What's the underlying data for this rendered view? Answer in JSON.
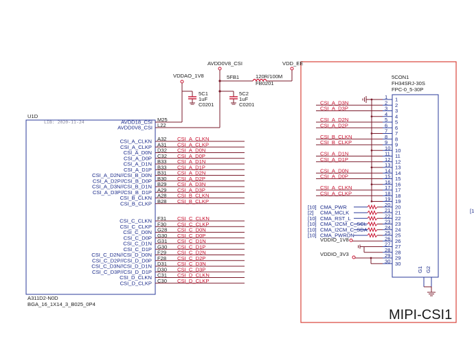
{
  "u1d": {
    "ref": "U1D",
    "lib": "LIB: 2020-11-24",
    "part": "A311D2-N0D",
    "pkg": "BGA_16_1X14_3_B025_0P4",
    "power_pins": [
      {
        "name": "AVDD18_CSI",
        "num": "M25"
      },
      {
        "name": "AVDD0V8_CSI",
        "num": "L22"
      }
    ],
    "pins_a": [
      {
        "name": "CSI_A_CLKN",
        "num": "A32",
        "net": "CSI_A_CLKN"
      },
      {
        "name": "CSI_A_CLKP",
        "num": "A31",
        "net": "CSI_A_CLKP"
      },
      {
        "name": "CSI_A_D0N",
        "num": "D32",
        "net": "CSI_A_D0N"
      },
      {
        "name": "CSI_A_D0P",
        "num": "C32",
        "net": "CSI_A_D0P"
      },
      {
        "name": "CSI_A_D1N",
        "num": "B33",
        "net": "CSI_A_D1N"
      },
      {
        "name": "CSI_A_D1P",
        "num": "B33",
        "net": "CSI_A_D1P"
      },
      {
        "name": "CSI_A_D2N//CSI_B_D0N",
        "num": "B31",
        "net": "CSI_A_D2N"
      },
      {
        "name": "CSI_A_D2P//CSI_B_D0P",
        "num": "B30",
        "net": "CSI_A_D2P"
      },
      {
        "name": "CSI_A_D3N//CSI_B_D1N",
        "num": "B29",
        "net": "CSI_A_D3N"
      },
      {
        "name": "CSI_A_D3P//CSI_B_D1P",
        "num": "A29",
        "net": "CSI_A_D3P"
      },
      {
        "name": "CSI_B_CLKN",
        "num": "A28",
        "net": "CSI_B_CLKN"
      },
      {
        "name": "CSI_B_CLKP",
        "num": "B28",
        "net": "CSI_B_CLKP"
      }
    ],
    "pins_c": [
      {
        "name": "CSI_C_CLKN",
        "num": "F31",
        "net": "CSI_C_CLKN"
      },
      {
        "name": "CSI_C_CLKP",
        "num": "F30",
        "net": "CSI_C_CLKP"
      },
      {
        "name": "CSI_C_D0N",
        "num": "G28",
        "net": "CSI_C_D0N"
      },
      {
        "name": "CSI_C_D0P",
        "num": "G30",
        "net": "CSI_C_D0P"
      },
      {
        "name": "CSI_C_D1N",
        "num": "G31",
        "net": "CSI_C_D1N"
      },
      {
        "name": "CSI_C_D1P",
        "num": "G30",
        "net": "CSI_C_D1P"
      },
      {
        "name": "CSI_C_D2N//CSI_D_D0N",
        "num": "F29",
        "net": "CSI_C_D2N"
      },
      {
        "name": "CSI_C_D2P//CSI_D_D0P",
        "num": "F28",
        "net": "CSI_C_D2P"
      },
      {
        "name": "CSI_C_D3N//CSI_D_D1N",
        "num": "D31",
        "net": "CSI_C_D3N"
      },
      {
        "name": "CSI_C_D3P//CSI_D_D1P",
        "num": "D30",
        "net": "CSI_C_D3P"
      },
      {
        "name": "CSI_D_CLKN",
        "num": "C31",
        "net": "CSI_D_CLKN"
      },
      {
        "name": "CSI_D_CLKP",
        "num": "C30",
        "net": "CSI_D_CLKP"
      }
    ]
  },
  "power": {
    "vddao": "VDDAO_1V8",
    "avdd08": "AVDD0V8_CSI",
    "vdd_ee": "VDD_EE",
    "c1": {
      "ref": "5C1",
      "val": "1uF",
      "pkg": "C0201"
    },
    "c2": {
      "ref": "5C2",
      "val": "1uF",
      "pkg": "C0201"
    },
    "fb": {
      "ref": "5FB1",
      "val": "120R/100M",
      "pkg": "FB0201"
    }
  },
  "conn": {
    "ref": "5CON1",
    "part": "FH34SRJ-30S",
    "pkg": "FPC-0_5-30P",
    "pins": [
      {
        "num": "1",
        "net": ""
      },
      {
        "num": "2",
        "net": "CSI_A_D3N"
      },
      {
        "num": "3",
        "net": "CSI_A_D3P"
      },
      {
        "num": "4",
        "net": ""
      },
      {
        "num": "5",
        "net": "CSI_A_D2N"
      },
      {
        "num": "6",
        "net": "CSI_A_D2P"
      },
      {
        "num": "7",
        "net": ""
      },
      {
        "num": "8",
        "net": "CSI_B_CLKN"
      },
      {
        "num": "9",
        "net": "CSI_B_CLKP"
      },
      {
        "num": "10",
        "net": ""
      },
      {
        "num": "11",
        "net": "CSI_A_D1N"
      },
      {
        "num": "12",
        "net": "CSI_A_D1P"
      },
      {
        "num": "13",
        "net": ""
      },
      {
        "num": "14",
        "net": "CSI_A_D0N"
      },
      {
        "num": "15",
        "net": "CSI_A_D0P"
      },
      {
        "num": "16",
        "net": ""
      },
      {
        "num": "17",
        "net": "CSI_A_CLKN"
      },
      {
        "num": "18",
        "net": "CSI_A_CLKP"
      },
      {
        "num": "19",
        "net": ""
      },
      {
        "num": "20",
        "net": "CMA_PWR"
      },
      {
        "num": "21",
        "net": "CMA_MCLK"
      },
      {
        "num": "22",
        "net": "CMA_RST_L"
      },
      {
        "num": "23",
        "net": "CMA_I2CM_C_SCL"
      },
      {
        "num": "24",
        "net": "CMA_I2CM_C_SDA"
      },
      {
        "num": "25",
        "net": "CMA_PWRDN"
      },
      {
        "num": "26",
        "net": "VDDIO_1V8"
      },
      {
        "num": "27",
        "net": ""
      },
      {
        "num": "28",
        "net": ""
      },
      {
        "num": "29",
        "net": "VDDIO_3V3"
      },
      {
        "num": "30",
        "net": ""
      }
    ],
    "refs": [
      "[10]",
      "[2]",
      "[10]",
      "[10]",
      "[10]",
      "[10]"
    ],
    "g1": "G1",
    "g2": "G2"
  },
  "title": "MIPI-CSI1",
  "edge_label": "[1"
}
